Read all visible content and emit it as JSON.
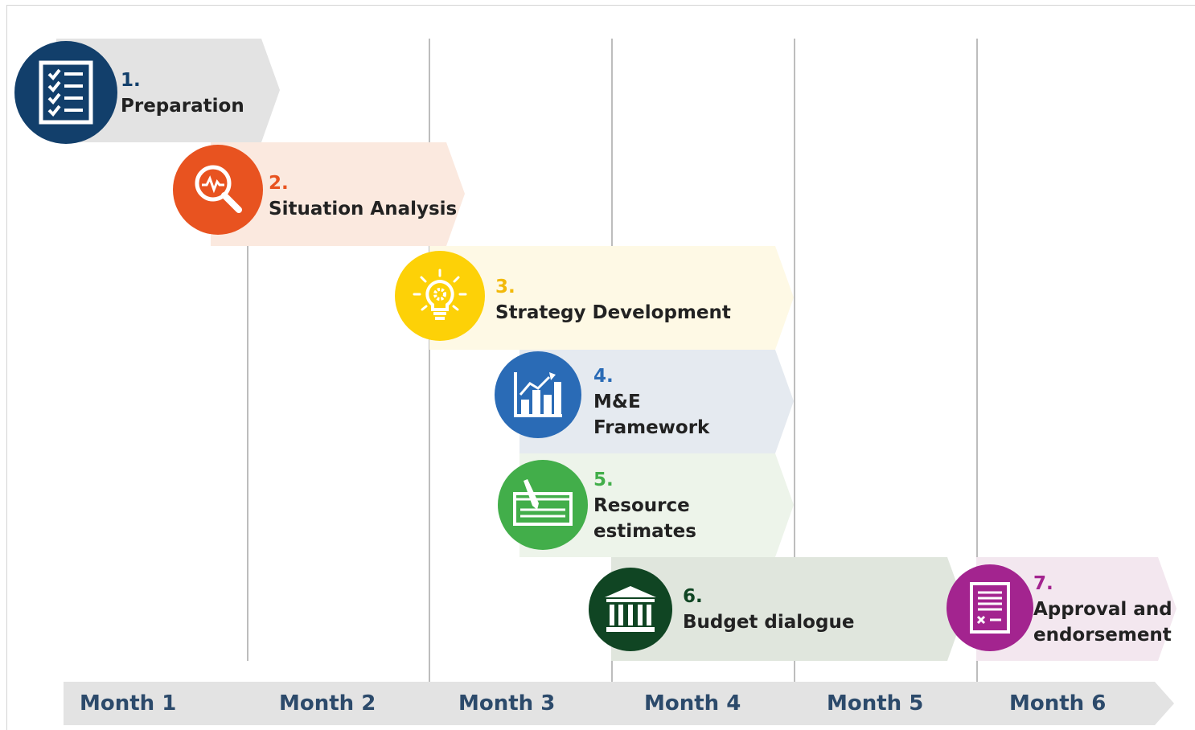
{
  "steps": [
    {
      "number": "1.",
      "title": "Preparation",
      "icon": "checklist-icon",
      "color": "#123f6b",
      "band_color": "#e3e3e3",
      "number_color": "#123f6b"
    },
    {
      "number": "2.",
      "title": "Situation Analysis",
      "icon": "magnifier-pulse-icon",
      "color": "#e85320",
      "band_color": "#fbe9df",
      "number_color": "#e85320"
    },
    {
      "number": "3.",
      "title": "Strategy Development",
      "icon": "lightbulb-gear-icon",
      "color": "#fdd107",
      "band_color": "#fef9e5",
      "number_color": "#f2b90a"
    },
    {
      "number": "4.",
      "title_line1": "M&E",
      "title_line2": "Framework",
      "icon": "bar-chart-icon",
      "color": "#2a6bb6",
      "band_color": "#e5eaf0",
      "number_color": "#2a6bb6"
    },
    {
      "number": "5.",
      "title_line1": "Resource",
      "title_line2": "estimates",
      "icon": "check-pen-icon",
      "color": "#42ae4a",
      "band_color": "#edf4ea",
      "number_color": "#42ae4a"
    },
    {
      "number": "6.",
      "title": "Budget dialogue",
      "icon": "bank-icon",
      "color": "#104523",
      "band_color": "#e0e6dd",
      "number_color": "#104523"
    },
    {
      "number": "7.",
      "title_line1": "Approval and",
      "title_line2": "endorsement",
      "icon": "document-approval-icon",
      "color": "#a3248f",
      "band_color": "#f3e7ef",
      "number_color": "#a3248f"
    }
  ],
  "months": [
    "Month 1",
    "Month 2",
    "Month 3",
    "Month 4",
    "Month 5",
    "Month 6"
  ],
  "month_bar_color": "#e3e3e3",
  "month_text_color": "#2c4a6b",
  "gridline_color": "#bdbdbd"
}
